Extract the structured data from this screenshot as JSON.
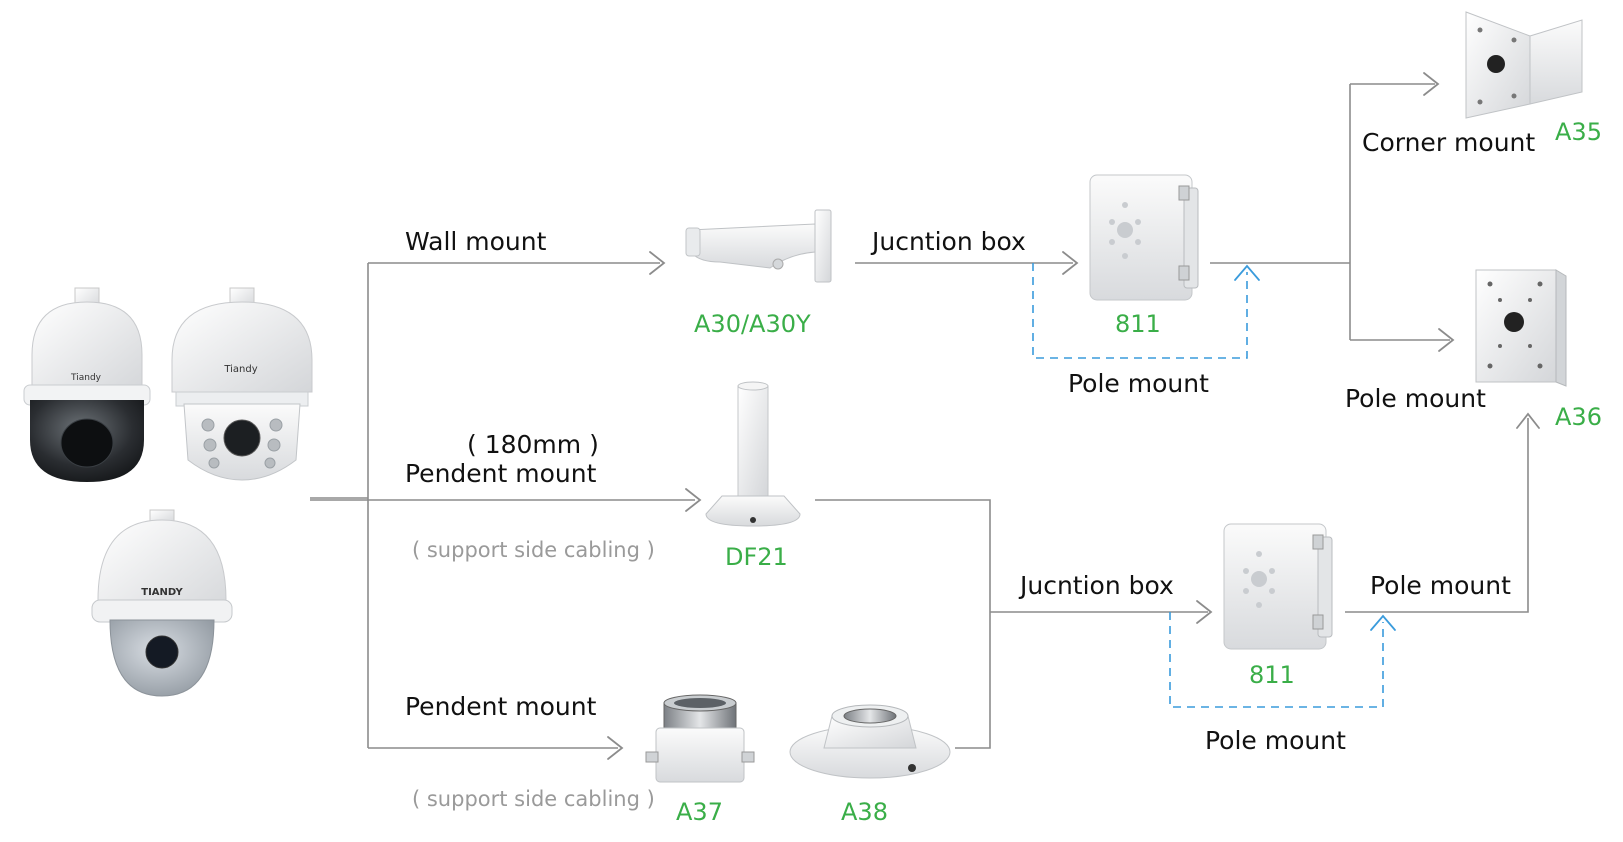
{
  "colors": {
    "line": "#8c8c8c",
    "dashed": "#3a9bdc",
    "code": "#3aae48",
    "label": "#111111",
    "note": "#9a9a9a"
  },
  "labels": {
    "wall_mount": "Wall mount",
    "pendent_size": "( 180mm )",
    "pendent_mount_1": "Pendent mount",
    "support_cabling_1": "( support side cabling )",
    "pendent_mount_2": "Pendent mount",
    "support_cabling_2": "( support side cabling )",
    "junction_box_1": "Jucntion box",
    "junction_box_2": "Jucntion box",
    "pole_mount_1": "Pole mount",
    "pole_mount_2": "Pole mount",
    "pole_mount_3": "Pole mount",
    "pole_mount_4": "Pole mount",
    "corner_mount": "Corner mount"
  },
  "codes": {
    "a30": "A30/A30Y",
    "df21": "DF21",
    "a37": "A37",
    "a38": "A38",
    "box_1": "811",
    "box_2": "811",
    "a35": "A35",
    "a36": "A36"
  },
  "brands": [
    "Tiandy",
    "Tiandy",
    "TIANDY"
  ]
}
